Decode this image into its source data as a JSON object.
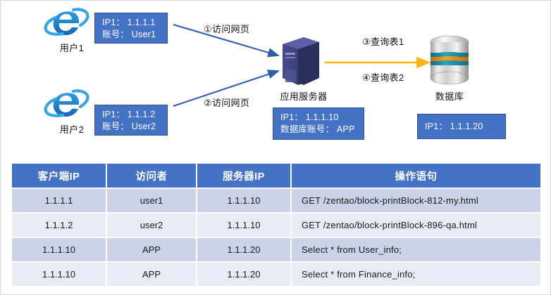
{
  "diagram": {
    "clients": [
      {
        "icon": "internet-explorer-icon",
        "caption": "用户1",
        "info": {
          "line1": "IP1： 1.1.1.1",
          "line2": "账号： User1"
        },
        "flow_label": "①访问网页"
      },
      {
        "icon": "internet-explorer-icon",
        "caption": "用户2",
        "info": {
          "line1": "IP1： 1.1.1.2",
          "line2": "账号： User2"
        },
        "flow_label": "②访问网页"
      }
    ],
    "app_server": {
      "icon": "server-tower-icon",
      "caption": "应用服务器",
      "info": {
        "line1": "IP1： 1.1.1.10",
        "line2": "数据库账号： APP"
      }
    },
    "database": {
      "icon": "database-cylinder-icon",
      "caption": "数据库",
      "info": {
        "line1": "IP1： 1.1.1.20"
      }
    },
    "db_flows": {
      "query1": "③查询表1",
      "query2": "④查询表2"
    },
    "colors": {
      "client_arrow": "#2e5fa8",
      "db_arrow": "#ffb511",
      "info_box_fill": "#4472c4",
      "info_box_border": "#2f528f",
      "server_body": "#3b3f7a",
      "server_top": "#4f549a"
    }
  },
  "table": {
    "headers": [
      "客户端IP",
      "访问者",
      "服务器IP",
      "操作语句"
    ],
    "rows": [
      [
        "1.1.1.1",
        "user1",
        "1.1.1.10",
        "GET  /zentao/block-printBlock-812-my.html"
      ],
      [
        "1.1.1.2",
        "user2",
        "1.1.1.10",
        "GET  /zentao/block-printBlock-896-qa.html"
      ],
      [
        "1.1.1.10",
        "APP",
        "1.1.1.20",
        "Select  *  from  User_info;"
      ],
      [
        "1.1.1.10",
        "APP",
        "1.1.1.20",
        "Select  *  from  Finance_info;"
      ]
    ],
    "colors": {
      "header_fill": "#4472c4",
      "row_odd": "#ccd2e7",
      "row_even": "#e9ecf5"
    }
  }
}
